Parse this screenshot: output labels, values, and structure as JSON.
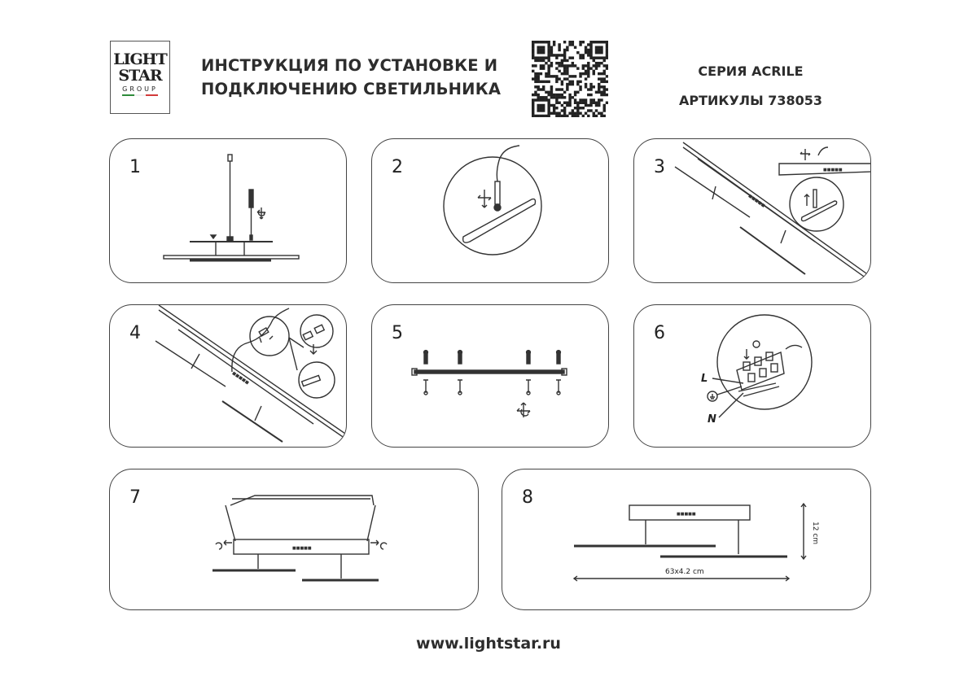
{
  "logo": {
    "line1": "LIGHT",
    "line2": "STAR",
    "line3": "GROUP",
    "flag_colors": [
      "#2e8b3a",
      "#ffffff",
      "#d23a3a"
    ]
  },
  "header": {
    "title_line1": "ИНСТРУКЦИЯ ПО УСТАНОВКЕ И",
    "title_line2": "ПОДКЛЮЧЕНИЮ СВЕТИЛЬНИКА",
    "series": "СЕРИЯ ACRILE",
    "articles": "АРТИКУЛЫ 738053"
  },
  "qr": {
    "icon": "qr-code-icon"
  },
  "steps": [
    {
      "number": "1"
    },
    {
      "number": "2"
    },
    {
      "number": "3"
    },
    {
      "number": "4"
    },
    {
      "number": "5"
    },
    {
      "number": "6"
    },
    {
      "number": "7"
    },
    {
      "number": "8"
    }
  ],
  "step6": {
    "label_l": "L",
    "label_n": "N"
  },
  "step8": {
    "height": "12 cm",
    "size": "63x4.2 cm"
  },
  "footer": {
    "url": "www.lightstar.ru"
  },
  "colors": {
    "line": "#333333",
    "border": "#444444"
  }
}
